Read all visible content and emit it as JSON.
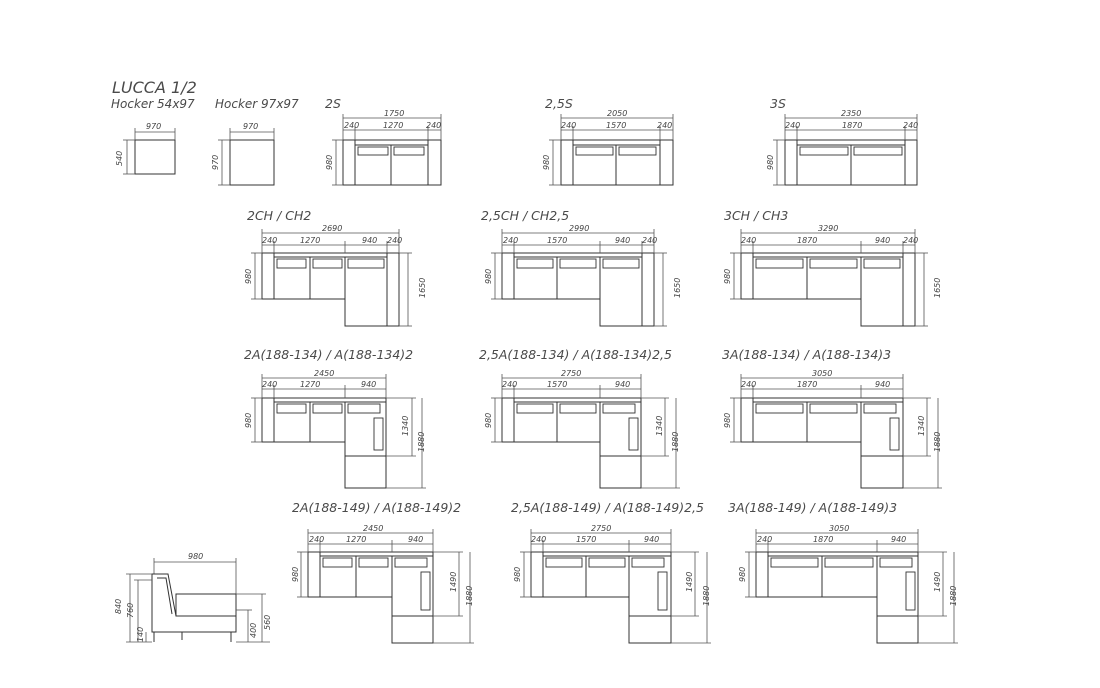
{
  "sheet": {
    "title": "LUCCA 1/2",
    "hocker_small": {
      "label": "Hocker 54x97",
      "width": "970",
      "depth": "540"
    },
    "hocker_large": {
      "label": "Hocker 97x97",
      "width": "970",
      "depth": "970"
    },
    "straight": [
      {
        "label": "2S",
        "total": "1750",
        "arm": "240",
        "seat": "1270",
        "depth": "980"
      },
      {
        "label": "2,5S",
        "total": "2050",
        "arm": "240",
        "seat": "1570",
        "depth": "980"
      },
      {
        "label": "3S",
        "total": "2350",
        "arm": "240",
        "seat": "1870",
        "depth": "980"
      }
    ],
    "chaise": [
      {
        "label": "2CH / CH2",
        "total": "2690",
        "arm": "240",
        "seat": "1270",
        "chaise": "940",
        "depth": "980",
        "long": "1650"
      },
      {
        "label": "2,5CH / CH2,5",
        "total": "2990",
        "arm": "240",
        "seat": "1570",
        "chaise": "940",
        "depth": "980",
        "long": "1650"
      },
      {
        "label": "3CH / CH3",
        "total": "3290",
        "arm": "240",
        "seat": "1870",
        "chaise": "940",
        "depth": "980",
        "long": "1650"
      }
    ],
    "corner134": [
      {
        "label": "2A(188-134) / A(188-134)2",
        "total": "2450",
        "arm": "240",
        "seat": "1270",
        "corner": "940",
        "depth": "980",
        "inner": "1340",
        "outer": "1880"
      },
      {
        "label": "2,5A(188-134) / A(188-134)2,5",
        "total": "2750",
        "arm": "240",
        "seat": "1570",
        "corner": "940",
        "depth": "980",
        "inner": "1340",
        "outer": "1880"
      },
      {
        "label": "3A(188-134) / A(188-134)3",
        "total": "3050",
        "arm": "240",
        "seat": "1870",
        "corner": "940",
        "depth": "980",
        "inner": "1340",
        "outer": "1880"
      }
    ],
    "corner149": [
      {
        "label": "2A(188-149) / A(188-149)2",
        "total": "2450",
        "arm": "240",
        "seat": "1270",
        "corner": "940",
        "depth": "980",
        "inner": "1490",
        "outer": "1880"
      },
      {
        "label": "2,5A(188-149) / A(188-149)2,5",
        "total": "2750",
        "arm": "240",
        "seat": "1570",
        "corner": "940",
        "depth": "980",
        "inner": "1490",
        "outer": "1880"
      },
      {
        "label": "3A(188-149) / A(188-149)3",
        "total": "3050",
        "arm": "240",
        "seat": "1870",
        "corner": "940",
        "depth": "980",
        "inner": "1490",
        "outer": "1880"
      }
    ],
    "side_view": {
      "depth": "980",
      "height": "840",
      "back": "760",
      "seat": "400",
      "arm": "560",
      "leg": "140"
    }
  }
}
